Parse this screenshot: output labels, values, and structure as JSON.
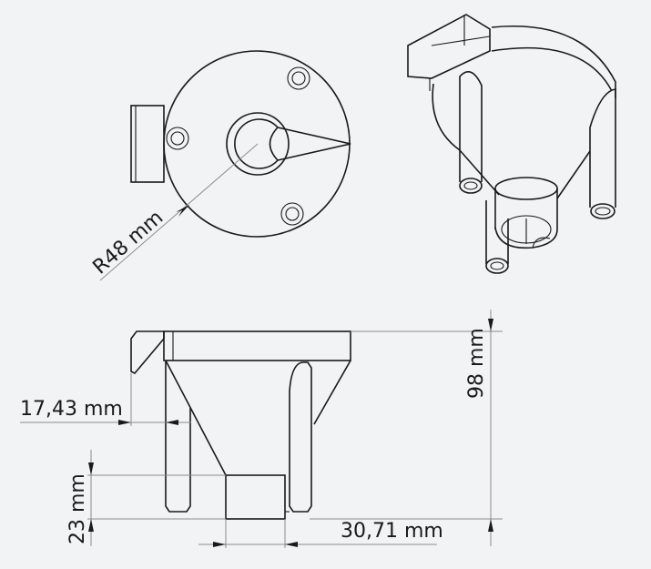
{
  "drawing": {
    "views": [
      "top-view",
      "isometric-view",
      "side-view"
    ],
    "background": "#f1f3f5",
    "line_color": "#1a1a1a",
    "dimension_line_color": "#8c8c8c"
  },
  "dimensions": {
    "radius": "R48 mm",
    "height": "98 mm",
    "overhang": "17,43 mm",
    "tube_height": "23 mm",
    "tube_width": "30,71 mm"
  }
}
